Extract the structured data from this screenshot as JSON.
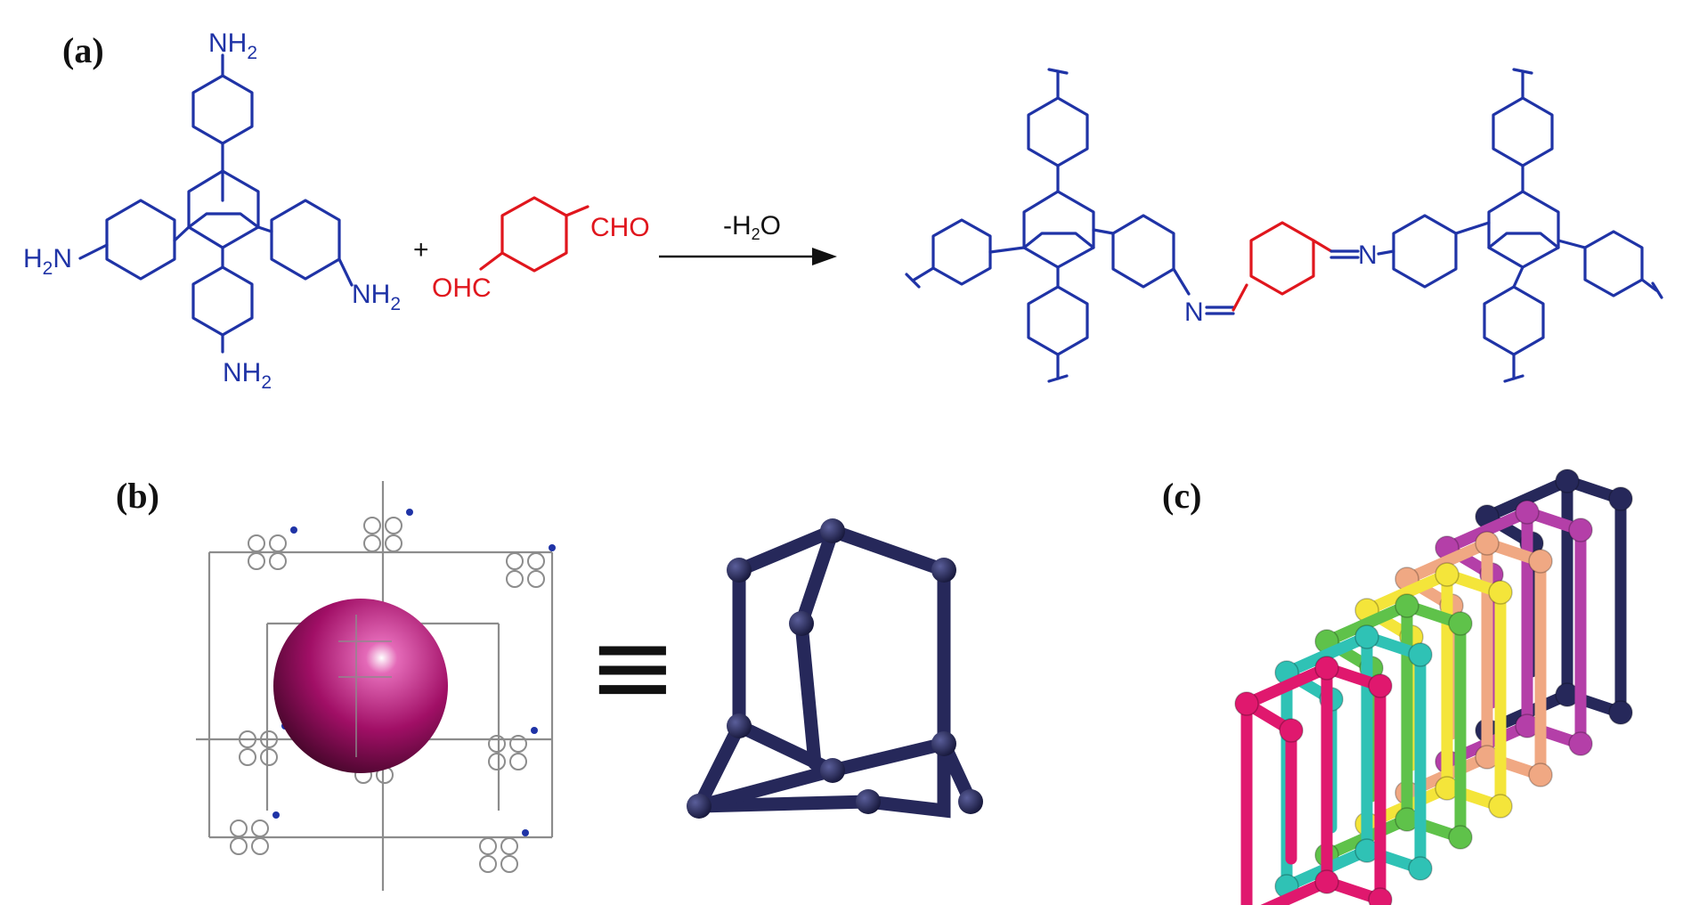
{
  "panels": {
    "a": {
      "label": "(a)",
      "monomer_substituents": [
        "NH",
        "2",
        "H",
        "2",
        "N",
        "NH",
        "2",
        "NH",
        "2"
      ],
      "aldehyde_right": "CHO",
      "aldehyde_left": "OHC",
      "plus_sign": "+",
      "arrow_label_prefix": "-H",
      "arrow_label_sub": "2",
      "arrow_label_suffix": "O",
      "imine_left": "N",
      "imine_right": "N"
    },
    "b": {
      "label": "(b)",
      "equivalence_symbol": "≡"
    },
    "c": {
      "label": "(c)"
    }
  },
  "colors": {
    "amine_blue": "#1f33a6",
    "aldehyde_red": "#e0161d",
    "sphere_magenta": "#b0106e",
    "framework_navy": "#26285a",
    "interpenetration_nets": [
      "#26285a",
      "#b43fa8",
      "#f0a883",
      "#f4e53a",
      "#5fc24a",
      "#2fc2b5",
      "#e0186e"
    ]
  }
}
